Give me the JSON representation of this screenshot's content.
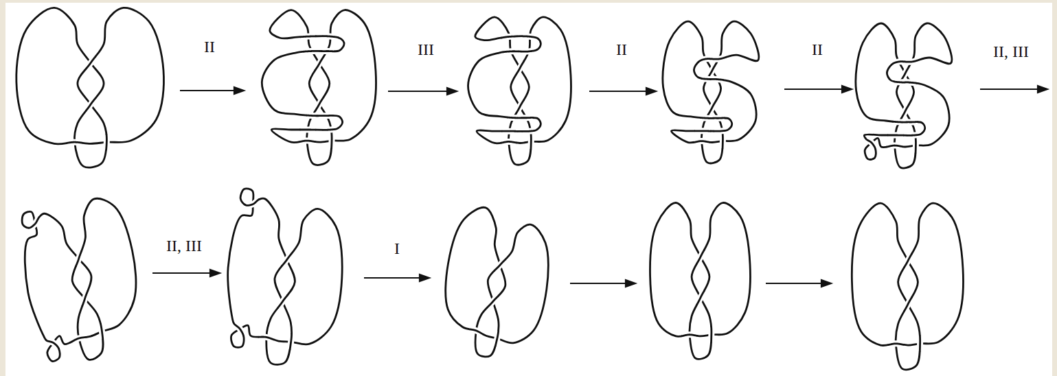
{
  "diagram": {
    "labels": [
      "II",
      "III",
      "II",
      "II",
      "II, III",
      "II, III",
      "I"
    ]
  }
}
